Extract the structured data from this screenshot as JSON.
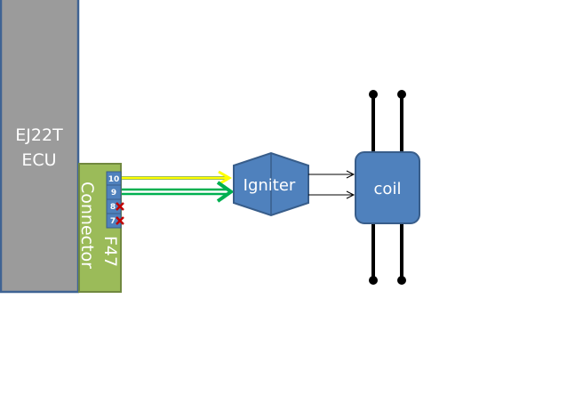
{
  "ecu": {
    "line1": "EJ22T",
    "line2": "ECU",
    "fill": "#9b9b9b",
    "stroke": "#3f6393"
  },
  "connector": {
    "label": "F47 Connector",
    "label_part1": "F47",
    "label_part2": "Connector",
    "fill": "#9bbb59",
    "stroke": "#71893f",
    "pins": [
      {
        "number": "10",
        "status": "used",
        "wire": "yellow"
      },
      {
        "number": "9",
        "status": "used",
        "wire": "green"
      },
      {
        "number": "8",
        "status": "unused",
        "marker": "x"
      },
      {
        "number": "7",
        "status": "unused",
        "marker": "x"
      }
    ],
    "pin_fill": "#4f81bd",
    "x_marker_color": "#c00000"
  },
  "wires": {
    "pin10_color": "#ffff00",
    "pin9_color": "#00b050"
  },
  "igniter": {
    "label": "Igniter",
    "fill": "#4f81bd",
    "stroke": "#385d8a"
  },
  "coil": {
    "label": "coil",
    "fill": "#4f81bd",
    "stroke": "#385d8a"
  }
}
